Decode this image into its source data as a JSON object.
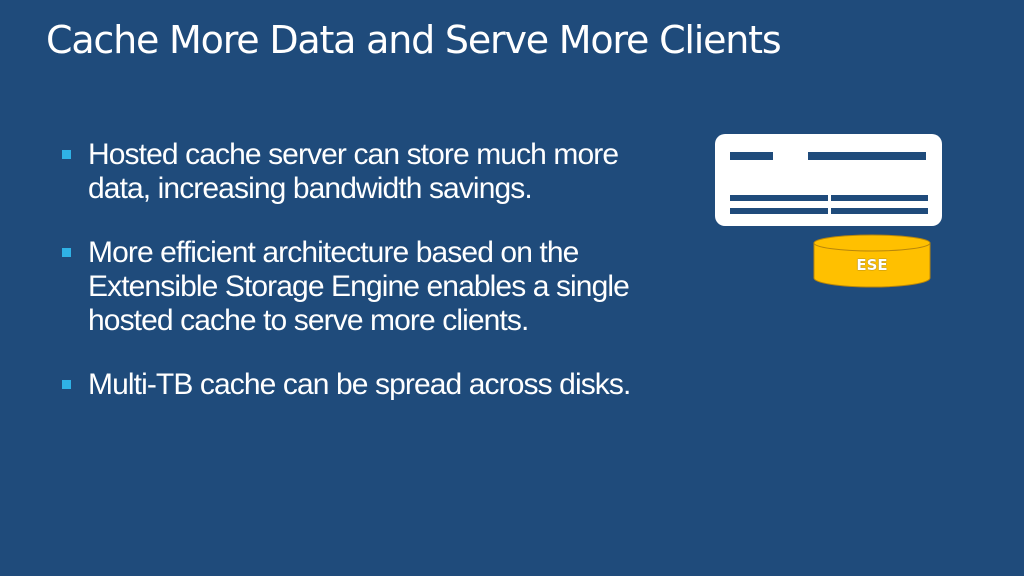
{
  "slide": {
    "title": "Cache More Data and Serve More Clients",
    "bullets": [
      "Hosted cache server can store much more data, increasing bandwidth savings.",
      "More efficient architecture based on the Extensible Storage Engine enables a single hosted cache to serve more clients.",
      "Multi-TB cache can be spread across disks."
    ]
  },
  "diagram": {
    "database_label": "ESE"
  },
  "colors": {
    "background": "#1f4b7b",
    "bullet_marker": "#2fb2e6",
    "database_fill": "#ffc000",
    "server_fill": "#ffffff"
  }
}
